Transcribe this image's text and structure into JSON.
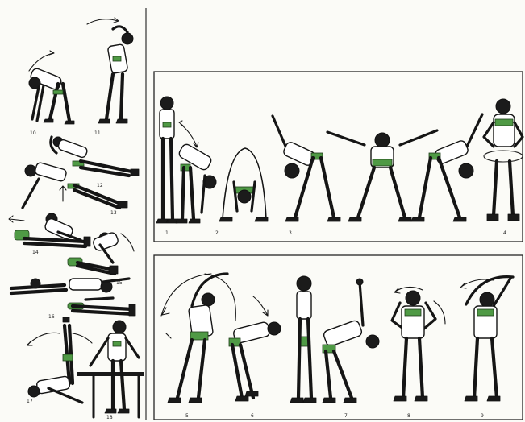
{
  "labels": {
    "left": [
      "10",
      "11",
      "12",
      "13",
      "14",
      "15",
      "16",
      "17",
      "18"
    ],
    "top": [
      "1",
      "2",
      "3",
      "4"
    ],
    "bottom": [
      "5",
      "6",
      "7",
      "8",
      "9"
    ]
  },
  "colors": {
    "ink": "#151515",
    "accent_green": "#4f9a45",
    "paper": "#fbfbf7"
  }
}
